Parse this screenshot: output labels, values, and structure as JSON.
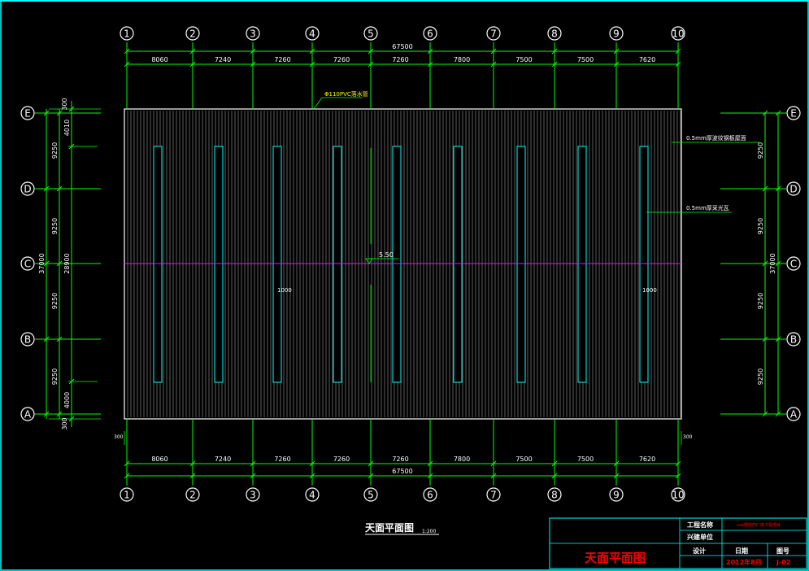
{
  "grid_columns": [
    "1",
    "2",
    "3",
    "4",
    "5",
    "6",
    "7",
    "8",
    "9",
    "10"
  ],
  "grid_rows": [
    "E",
    "D",
    "C",
    "B",
    "A"
  ],
  "column_spacings": [
    "8060",
    "7240",
    "7260",
    "7260",
    "7260",
    "7800",
    "7500",
    "7500",
    "7620"
  ],
  "total_length": "67500",
  "row_spacings_left": [
    "9250",
    "9250",
    "9250",
    "9250"
  ],
  "row_spacings_right": [
    "9250",
    "9250",
    "9250",
    "9250"
  ],
  "left_inner_dims": [
    "4010",
    "28900",
    "4000"
  ],
  "left_total": "37000",
  "right_total": "37000",
  "edge_offset": "300",
  "gutter_note": "Φ110PVC落水管",
  "elevation": "5.50",
  "skylight_width": "1000",
  "callouts": [
    "0.5mm厚波纹钢板屋面",
    "0.5mm厚采光瓦"
  ],
  "drawing_title": "天面平面图",
  "drawing_scale": "1:200",
  "title_block": {
    "project_label": "工程名称",
    "project_value": "xxx钢结构厂房工程项目",
    "builder_label": "兴建单位",
    "design_label": "设计",
    "date_label": "日期",
    "drawing_no_label": "图号",
    "date_value": "2012年8月",
    "drawing_no_value": "J-02",
    "sheet_title": "天面平面图"
  },
  "colors": {
    "frame": "#00ffff",
    "dimension": "#00ff00",
    "outline": "#ffffff",
    "roof_lines": "#cccccc",
    "skylight": "#00ffff",
    "ridge": "#ff00ff",
    "title_text": "#ffffff",
    "red_text": "#ff0000",
    "value_text": "#ffff00"
  }
}
